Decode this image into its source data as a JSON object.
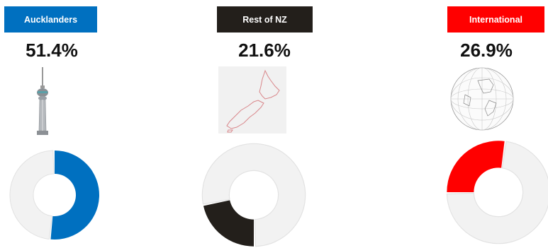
{
  "chart_data": {
    "type": "pie",
    "series": [
      {
        "name": "Aucklanders",
        "value": 51.4,
        "color": "#0070c0",
        "icon": "sky-tower-icon"
      },
      {
        "name": "Rest of NZ",
        "value": 21.6,
        "color": "#231f1b",
        "icon": "nz-map-icon"
      },
      {
        "name": "International",
        "value": 26.9,
        "color": "#ff0000",
        "icon": "globe-icon"
      }
    ],
    "labels": [
      "51.4%",
      "21.6%",
      "26.9%"
    ]
  }
}
